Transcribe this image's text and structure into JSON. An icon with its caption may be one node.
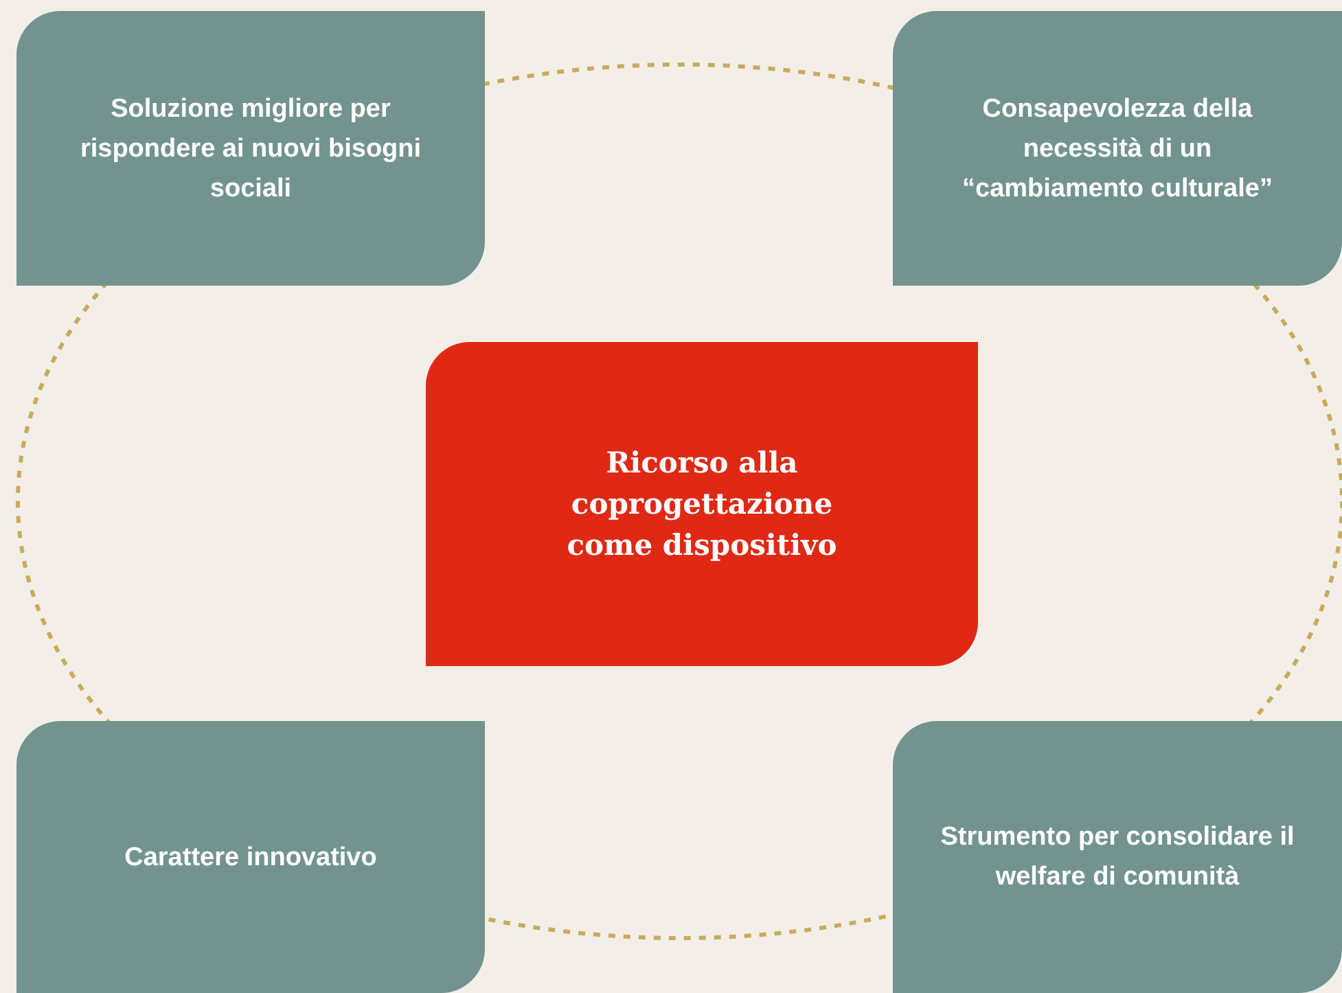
{
  "diagram": {
    "nodes": [
      {
        "text": [
          "Soluzione migliore per rispondere ai nuovi bisogni sociali"
        ]
      },
      {
        "text": [
          "Consapevolezza della necessità di un “cambiamento culturale”"
        ]
      },
      {
        "text": [
          "Ricorso alla coprogettazione come dispositivo"
        ]
      },
      {
        "text": [
          "Carattere innovativo"
        ]
      },
      {
        "text": [
          "Strumento per consolidare il welfare di comunità"
        ]
      }
    ]
  }
}
